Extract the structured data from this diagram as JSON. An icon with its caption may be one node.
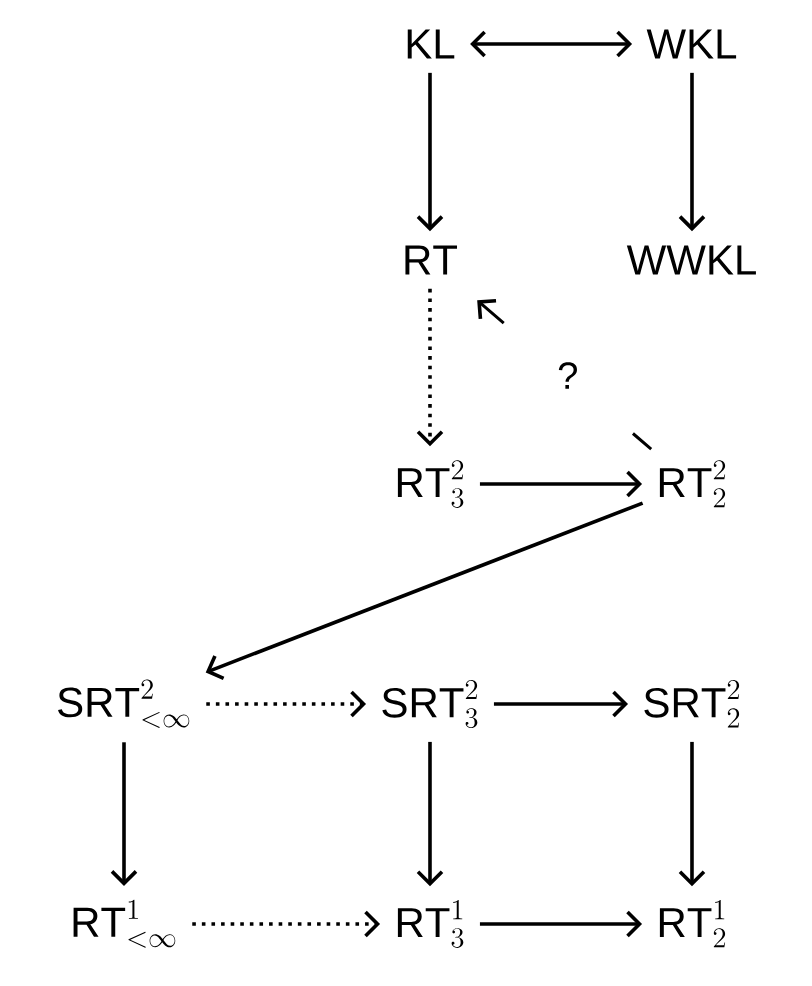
{
  "diagram": {
    "nodes": [
      {
        "text": [
          "\\mathrm{KL}"
        ]
      },
      {
        "text": [
          "\\mathrm{WKL}"
        ]
      },
      {
        "text": [
          "\\mathrm{RT}"
        ]
      },
      {
        "text": [
          "\\mathrm{WWKL}"
        ]
      },
      {
        "text": [
          "\\mathrm{RT}^{2}_{3}"
        ]
      },
      {
        "text": [
          "\\mathrm{RT}^{2}_{2}"
        ]
      },
      {
        "text": [
          "\\mathrm{SRT}^{2}_{<\\infty}"
        ]
      },
      {
        "text": [
          "\\mathrm{SRT}^{2}_{3}"
        ]
      },
      {
        "text": [
          "\\mathrm{SRT}^{2}_{2}"
        ]
      },
      {
        "text": [
          "\\mathrm{RT}^{1}_{<\\infty}"
        ]
      },
      {
        "text": [
          "\\mathrm{RT}^{1}_{3}"
        ]
      },
      {
        "text": [
          "\\mathrm{RT}^{1}_{2}"
        ]
      }
    ],
    "edges": [
      {
        "from": 0,
        "to": 1,
        "arrow": "both"
      },
      {
        "from": 0,
        "to": 2,
        "arrow": "to"
      },
      {
        "from": 1,
        "to": 3,
        "arrow": "to"
      },
      {
        "from": 2,
        "to": 4,
        "arrow": "to",
        "style": "dashed"
      },
      {
        "from": 5,
        "to": 2,
        "arrow": "to",
        "style": "dashed",
        "label": "?"
      },
      {
        "from": 4,
        "to": 5,
        "arrow": "to"
      },
      {
        "from": 5,
        "to": 6,
        "arrow": "to"
      },
      {
        "from": 6,
        "to": 7,
        "arrow": "to",
        "style": "dashed"
      },
      {
        "from": 7,
        "to": 8,
        "arrow": "to"
      },
      {
        "from": 6,
        "to": 9,
        "arrow": "to"
      },
      {
        "from": 7,
        "to": 10,
        "arrow": "to"
      },
      {
        "from": 8,
        "to": 11,
        "arrow": "to"
      },
      {
        "from": 9,
        "to": 10,
        "arrow": "to",
        "style": "dashed"
      },
      {
        "from": 10,
        "to": 11,
        "arrow": "to"
      }
    ]
  }
}
